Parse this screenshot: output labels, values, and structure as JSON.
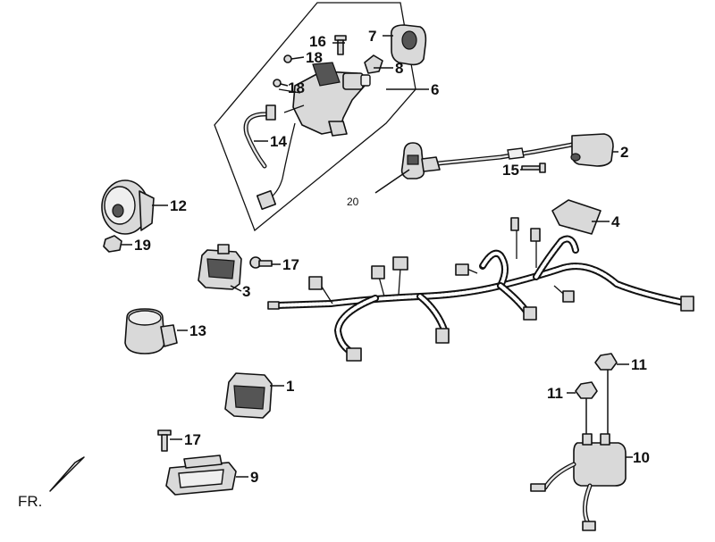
{
  "callouts": {
    "c1": "1",
    "c2": "2",
    "c3": "3",
    "c4": "4",
    "c6": "6",
    "c7": "7",
    "c8": "8",
    "c9": "9",
    "c10": "10",
    "c11a": "11",
    "c11b": "11",
    "c12": "12",
    "c13": "13",
    "c14": "14",
    "c15": "15",
    "c16": "16",
    "c17a": "17",
    "c17b": "17",
    "c18a": "18",
    "c18b": "18",
    "c19": "19",
    "c20": "20"
  },
  "direction_label": "FR."
}
